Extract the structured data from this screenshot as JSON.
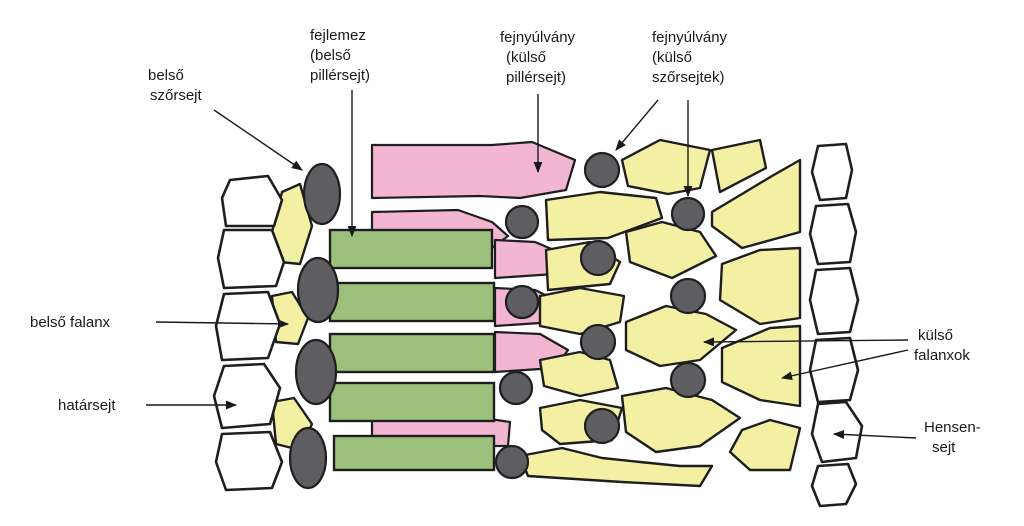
{
  "colors": {
    "yellow": "#f3f0a4",
    "green": "#9bc07c",
    "pink": "#f3b6d2",
    "nucleus": "#5e5e62",
    "outline": "#1e1e1e"
  },
  "labels": {
    "belso_szorsejt": [
      "belső",
      "szőrsejt"
    ],
    "fejlemez": [
      "fejlemez",
      "(belső",
      "pillérsejt)"
    ],
    "fejnyulvany_pillersejt": [
      "fejnyúlvány",
      "(külső",
      "pillérsejt)"
    ],
    "fejnyulvany_szorsejtek": [
      "fejnyúlvány",
      "(külső",
      "szőrsejtek)"
    ],
    "belso_falanx": [
      "belső falanx"
    ],
    "hatarsejt": [
      "határsejt"
    ],
    "kulso_falanxok": [
      "külső",
      "falanxok"
    ],
    "hensen_sejt": [
      "Hensen-",
      "sejt"
    ]
  }
}
